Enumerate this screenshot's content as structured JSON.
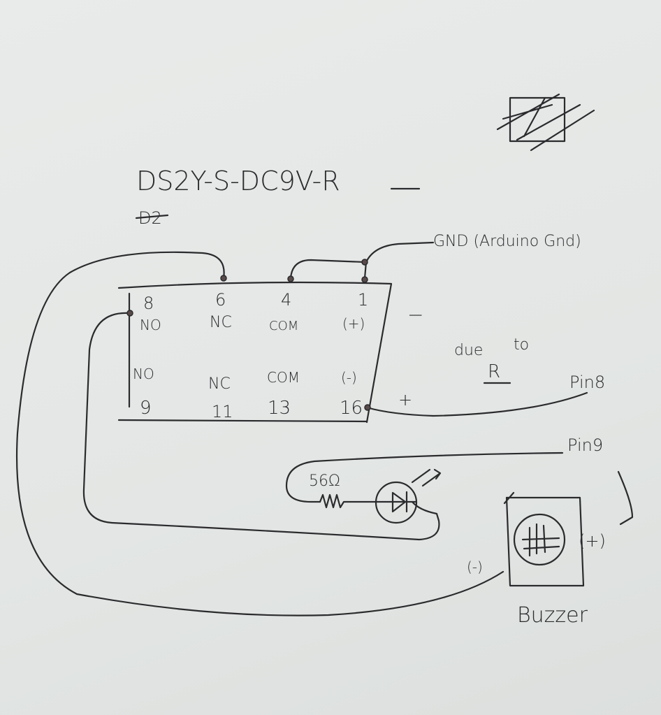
{
  "part_number": "DS2Y-S-DC9V-R",
  "struck_text": "D2",
  "relay": {
    "top_pins": [
      {
        "number": "8",
        "label": "NO"
      },
      {
        "number": "6",
        "label": "NC"
      },
      {
        "number": "4",
        "label": "COM"
      },
      {
        "number": "1",
        "label": "(+)"
      }
    ],
    "bottom_pins": [
      {
        "number": "9",
        "label": "NO"
      },
      {
        "number": "11",
        "label": "NC"
      },
      {
        "number": "13",
        "label": "COM"
      },
      {
        "number": "16",
        "label": "(-)"
      }
    ],
    "minus_sign": "−",
    "plus_sign": "+"
  },
  "note": {
    "line1": "due",
    "line2": "to",
    "line3": "R"
  },
  "gnd_label": "GND (Arduino Gnd)",
  "pin8_label": "Pin8",
  "pin9_label": "Pin9",
  "resistor_label": "56Ω",
  "buzzer": {
    "label": "Buzzer",
    "plus": "(+)",
    "minus": "(-)"
  },
  "ink_color": "#2b2b2e",
  "paper_color": "#e4e7e5"
}
